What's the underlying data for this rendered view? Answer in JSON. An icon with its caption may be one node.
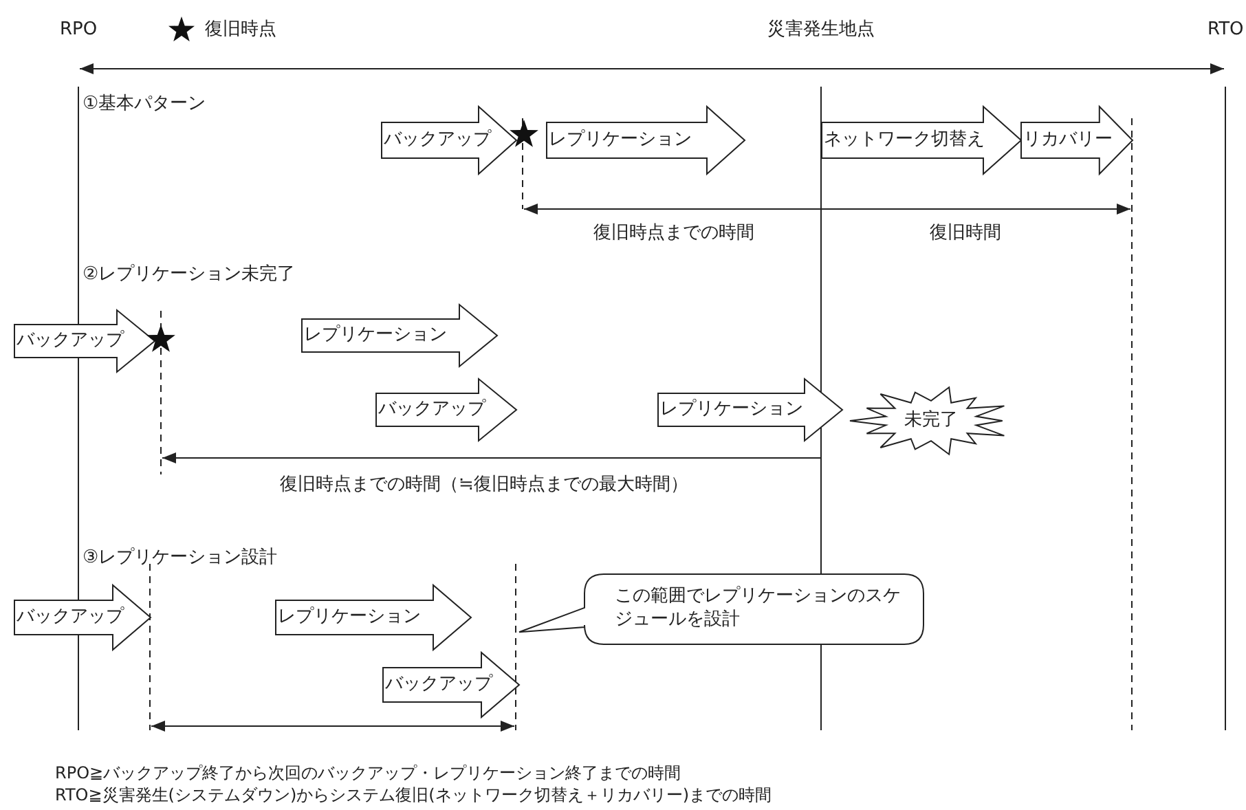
{
  "diagram": {
    "nodes": [
      {
        "text": [
          "バックアップ"
        ]
      },
      {
        "text": [
          "レプリケーション"
        ]
      },
      {
        "text": [
          "ネットワーク切替え"
        ]
      },
      {
        "text": [
          "リカバリー"
        ]
      },
      {
        "text": [
          "バックアップ"
        ]
      },
      {
        "text": [
          "レプリケーション"
        ]
      },
      {
        "text": [
          "バックアップ"
        ]
      },
      {
        "text": [
          "レプリケーション"
        ]
      },
      {
        "text": [
          "未完了"
        ]
      },
      {
        "text": [
          "バックアップ"
        ]
      },
      {
        "text": [
          "レプリケーション"
        ]
      },
      {
        "text": [
          "バックアップ"
        ]
      },
      {
        "text": [
          "この範囲でレプリケーションのスケジュールを設計"
        ]
      }
    ],
    "labels": [
      "RPO",
      "災害発生地点",
      "RTO",
      "①基本パターン",
      "復旧時点までの時間",
      "復旧時間",
      "②レプリケーション未完了",
      "復旧時点までの時間（≒復旧時点までの最大時間）",
      "③レプリケーション設計",
      "RPO≧バックアップ終了から次回のバックアップ・レプリケーション終了までの時間",
      "RTO≧災害発生(システムダウン)からシステム復旧(ネットワーク切替え＋リカバリー)までの時間"
    ],
    "legend": [
      {
        "text": "復旧時点"
      }
    ]
  }
}
